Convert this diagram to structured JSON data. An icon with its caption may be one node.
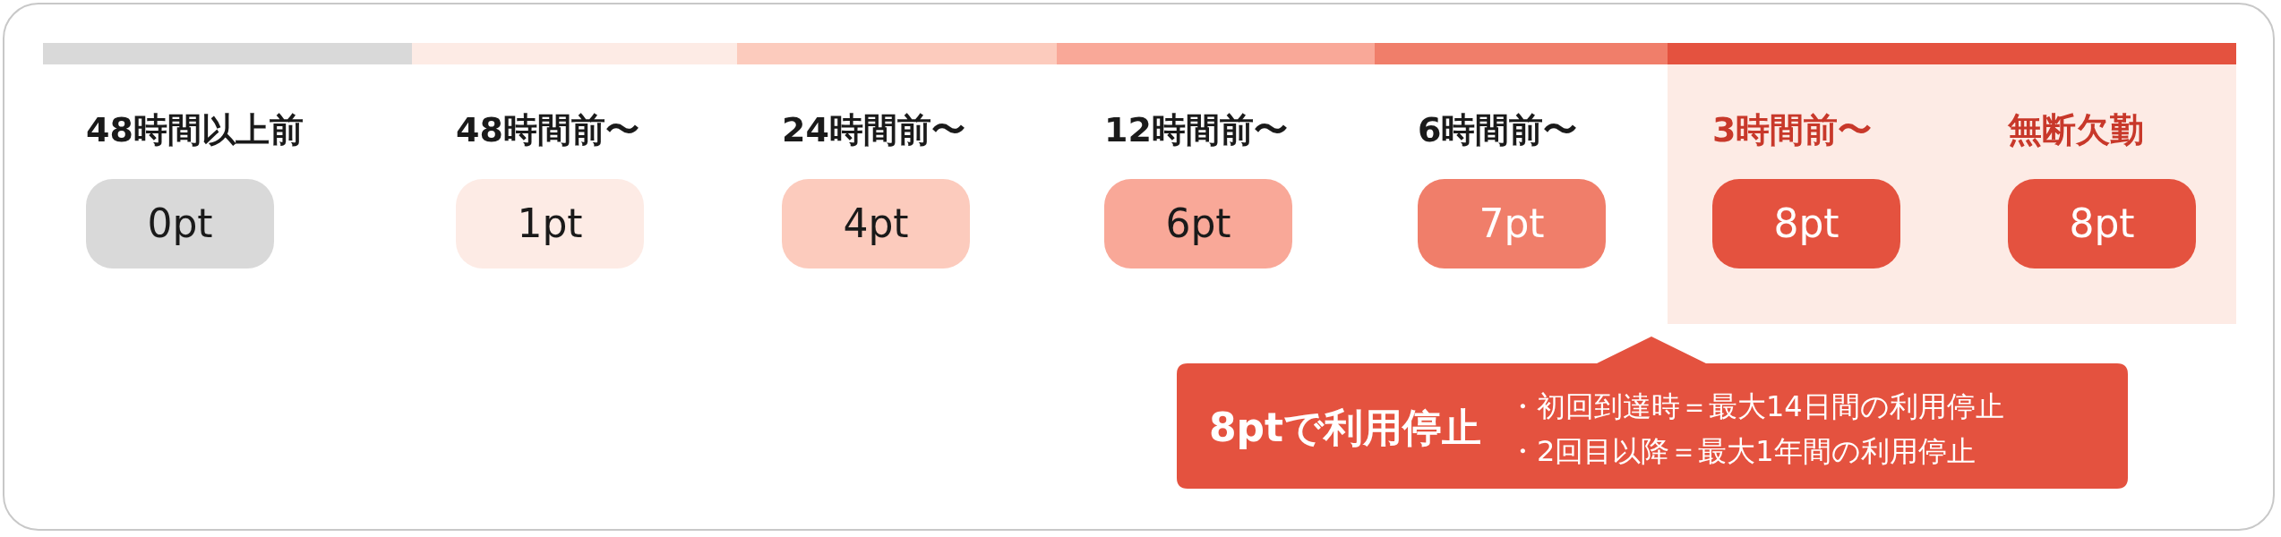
{
  "diagram": {
    "nodes": [
      {
        "text": [
          "48時間以上前",
          "0pt"
        ]
      },
      {
        "text": [
          "48時間前〜",
          "1pt"
        ]
      },
      {
        "text": [
          "24時間前〜",
          "4pt"
        ]
      },
      {
        "text": [
          "12時間前〜",
          "6pt"
        ]
      },
      {
        "text": [
          "6時間前〜",
          "7pt"
        ]
      },
      {
        "text": [],
        "shape": "box"
      },
      {
        "text": [
          "3時間前〜",
          "8pt"
        ],
        "in": 5
      },
      {
        "text": [
          "無断欠勤",
          "8pt"
        ],
        "in": 5
      },
      {
        "text": [
          "8ptで利用停止",
          "・初回到達時＝最大14日間の利用停止",
          "・2回目以降＝最大1年間の利用停止"
        ]
      }
    ]
  }
}
